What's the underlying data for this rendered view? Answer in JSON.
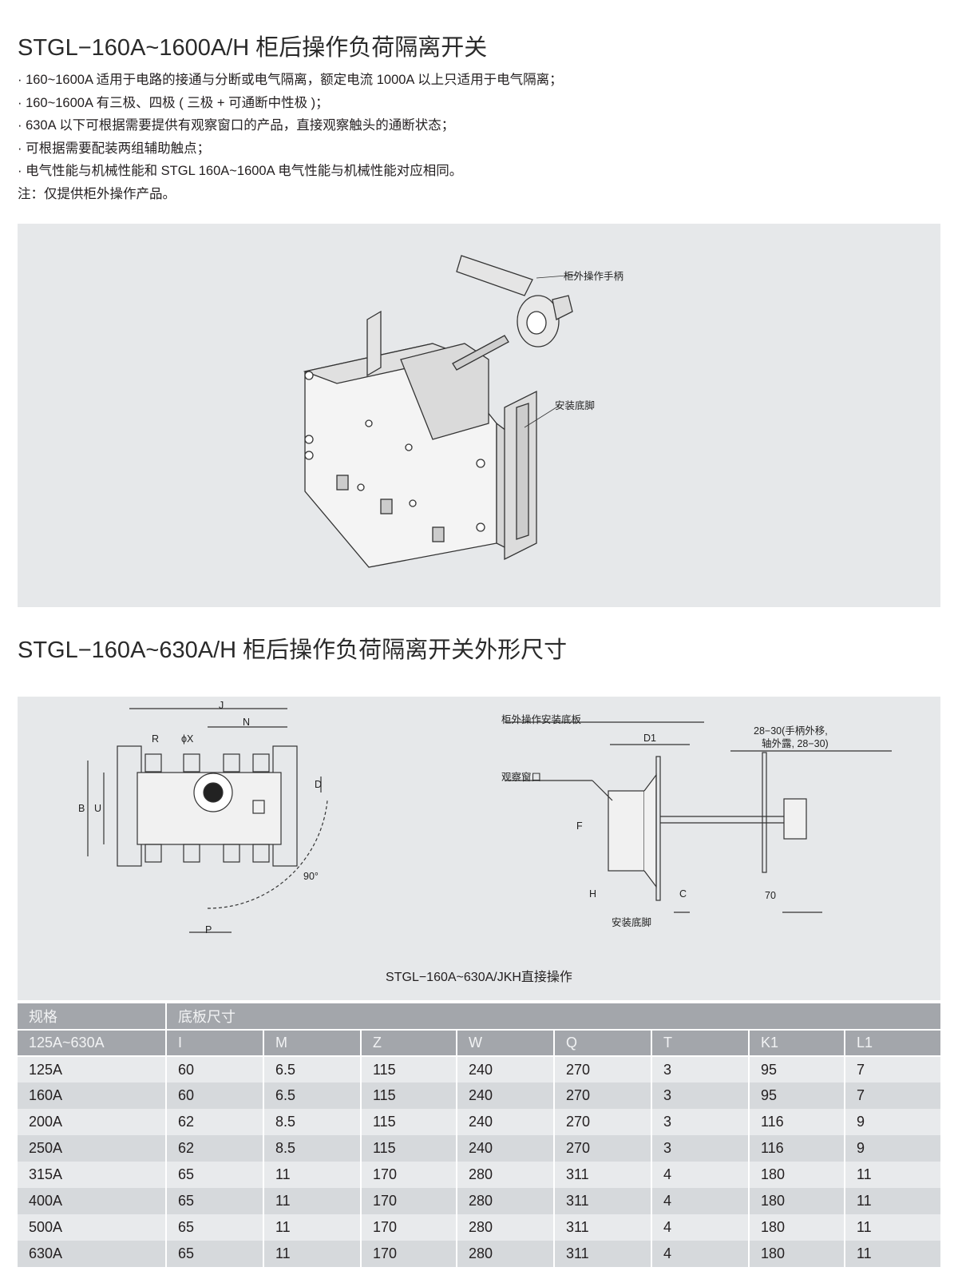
{
  "title": "STGL−160A~1600A/H 柜后操作负荷隔离开关",
  "bullets": [
    "· 160~1600A 适用于电路的接通与分断或电气隔离，额定电流 1000A 以上只适用于电气隔离；",
    "· 160~1600A 有三极、四极 ( 三极 + 可通断中性极 )；",
    "· 630A 以下可根据需要提供有观察窗口的产品，直接观察触头的通断状态；",
    "· 可根据需要配装两组辅助触点；",
    "· 电气性能与机械性能和 STGL 160A~1600A 电气性能与机械性能对应相同。",
    "注：仅提供柜外操作产品。"
  ],
  "figure1": {
    "handle_label": "柜外操作手柄",
    "foot_label": "安装底脚"
  },
  "section2_title": "STGL−160A~630A/H 柜后操作负荷隔离开关外形尺寸",
  "figure2": {
    "front_labels": {
      "J": "J",
      "N": "N",
      "R": "R",
      "X": "ϕX",
      "D": "D",
      "B": "B",
      "U": "U",
      "P": "P",
      "angle": "90°"
    },
    "side_labels": {
      "plate": "柜外操作安装底板",
      "window": "观察窗口",
      "D1": "D1",
      "F": "F",
      "H": "H",
      "C": "C",
      "foot": "安装底脚",
      "offset_1": "28−30(手柄外移,",
      "offset_2": "轴外露, 28−30)",
      "d70": "70"
    },
    "caption": "STGL−160A~630A/JKH直接操作"
  },
  "table": {
    "header1": [
      "规格",
      "底板尺寸"
    ],
    "header2": [
      "125A~630A",
      "I",
      "M",
      "Z",
      "W",
      "Q",
      "T",
      "K1",
      "L1"
    ],
    "rows": [
      [
        "125A",
        "60",
        "6.5",
        "115",
        "240",
        "270",
        "3",
        "95",
        "7"
      ],
      [
        "160A",
        "60",
        "6.5",
        "115",
        "240",
        "270",
        "3",
        "95",
        "7"
      ],
      [
        "200A",
        "62",
        "8.5",
        "115",
        "240",
        "270",
        "3",
        "116",
        "9"
      ],
      [
        "250A",
        "62",
        "8.5",
        "115",
        "240",
        "270",
        "3",
        "116",
        "9"
      ],
      [
        "315A",
        "65",
        "11",
        "170",
        "280",
        "311",
        "4",
        "180",
        "11"
      ],
      [
        "400A",
        "65",
        "11",
        "170",
        "280",
        "311",
        "4",
        "180",
        "11"
      ],
      [
        "500A",
        "65",
        "11",
        "170",
        "280",
        "311",
        "4",
        "180",
        "11"
      ],
      [
        "630A",
        "65",
        "11",
        "170",
        "280",
        "311",
        "4",
        "180",
        "11"
      ]
    ]
  }
}
